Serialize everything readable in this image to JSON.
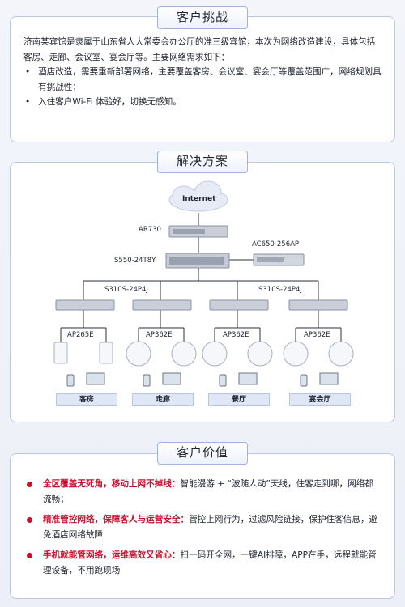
{
  "challenge": {
    "title": "客户挑战",
    "intro": "济南某宾馆是隶属于山东省人大常委会办公厅的准三级宾馆，本次为网络改造建设，具体包括客房、走廊、会议室、宴会厅等。主要网络需求如下：",
    "bullets": [
      "酒店改造，需要重新部署网络，主要覆盖客房、会议室、宴会厅等覆盖范围广，网络规划具有挑战性；",
      "入住客户Wi-Fi 体验好，切换无感知。"
    ]
  },
  "solution": {
    "title": "解决方案",
    "internet": "Internet",
    "router": "AR730",
    "core_switch": "S550-24T8Y",
    "controller": "AC650-256AP",
    "access_switch_left": "S310S-24P4J",
    "access_switch_right": "S310S-24P4J",
    "ap_labels": [
      "AP265E",
      "AP362E",
      "AP362E",
      "AP362E"
    ],
    "zones": [
      "客房",
      "走廊",
      "餐厅",
      "宴会厅"
    ]
  },
  "value": {
    "title": "客户价值",
    "items": [
      {
        "highlight": "全区覆盖无死角，移动上网不掉线：",
        "text": "智能漫游 + “波随人动”天线，住客走到哪，网络都流畅；"
      },
      {
        "highlight": "精准管控网络，保障客人与运营安全：",
        "text": "管控上网行为，过滤风险链接，保护住客信息，避免酒店网络故障"
      },
      {
        "highlight": "手机就能管网络，运维高效又省心：",
        "text": "扫一码开全网，一键AI排障，APP在手，远程就能管理设备，不用跑现场"
      }
    ]
  },
  "colors": {
    "accent_red": "#c8102e",
    "frame_blue": "#b9c7e6",
    "link_line": "#2a2f3a"
  }
}
